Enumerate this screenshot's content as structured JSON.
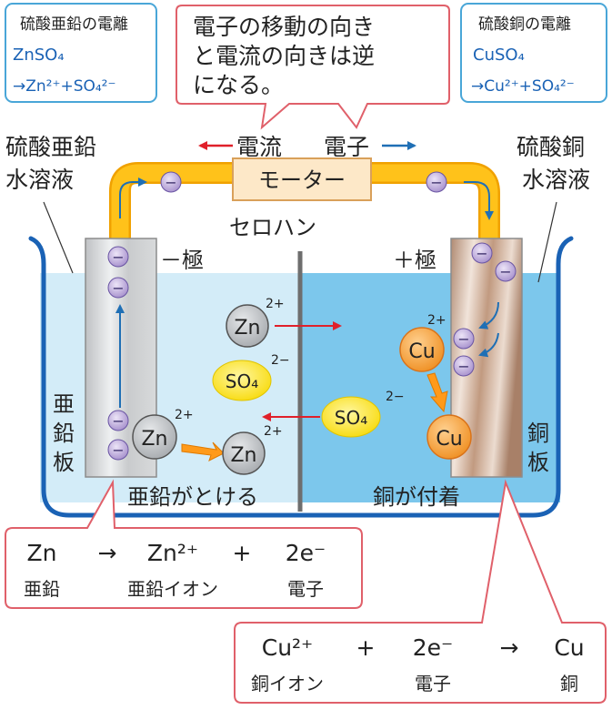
{
  "top_left_box": {
    "title": "硫酸亜鉛の電離",
    "formula": "ZnSO₄",
    "reaction": "→Zn²⁺+SO₄²⁻"
  },
  "top_right_box": {
    "title": "硫酸銅の電離",
    "formula": "CuSO₄",
    "reaction": "→Cu²⁺+SO₄²⁻"
  },
  "callout": {
    "line1": "電子の移動の向き",
    "line2": "と電流の向きは逆",
    "line3": "になる。"
  },
  "labels": {
    "current": "電流",
    "electron": "電子",
    "motor": "モーター",
    "zinc_solution_1": "硫酸亜鉛",
    "zinc_solution_2": "水溶液",
    "copper_solution_1": "硫酸銅",
    "copper_solution_2": "水溶液",
    "cellophane": "セロハン",
    "negative": "－極",
    "positive": "＋極",
    "zinc_plate_1": "亜",
    "zinc_plate_2": "鉛",
    "zinc_plate_3": "板",
    "copper_plate_1": "銅",
    "copper_plate_2": "板",
    "zinc_dissolves": "亜鉛がとける",
    "copper_deposits": "銅が付着",
    "minus": "−"
  },
  "ions": {
    "zn": "Zn",
    "cu": "Cu",
    "so4": "SO₄",
    "charge_2plus": "2+",
    "charge_2minus": "2−"
  },
  "equation_zinc": {
    "a": "Zn",
    "arrow": "→",
    "b": "Zn²⁺",
    "plus": "+",
    "c": "2e⁻",
    "a_name": "亜鉛",
    "b_name": "亜鉛イオン",
    "c_name": "電子"
  },
  "equation_copper": {
    "a": "Cu²⁺",
    "plus": "+",
    "b": "2e⁻",
    "arrow": "→",
    "c": "Cu",
    "a_name": "銅イオン",
    "b_name": "電子",
    "c_name": "銅"
  },
  "colors": {
    "wire": "#f5b400",
    "electron": "#b6a3d6",
    "zn_ion": "#c4c8cc",
    "cu_ion": "#f5a23a",
    "so4_ion": "#ffe600",
    "current_arrow": "#e0202a",
    "electron_arrow": "#1f6fb5",
    "left_solution": "#d3ecf8",
    "right_solution": "#7cc7ec",
    "box_border_blue": "#49a6d8",
    "box_border_red": "#e0606a"
  }
}
